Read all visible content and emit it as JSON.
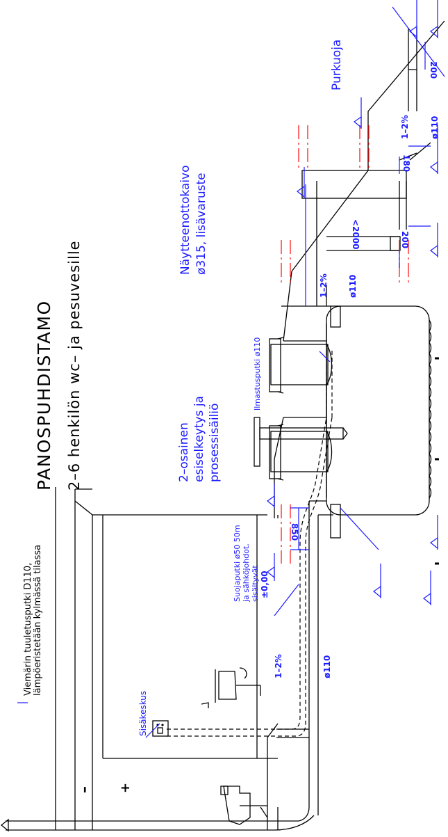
{
  "title": "PANOSPUHDISTAMO",
  "subtitle": "2–6 henkilön wc– ja pesuvesille",
  "labels": {
    "vent_pipe": [
      "Viemärin tuuletusputki D110,",
      "lämpöeristetään kylmässä tilassa"
    ],
    "indoor_unit": "Sisäkeskus",
    "protective_pipe": [
      "Suojaputki ø50 50m",
      "ja sähköjohdot,",
      "sisältyvät"
    ],
    "tank": [
      "2–osainen",
      "esiselkeytys ja",
      "prosessisäiliö"
    ],
    "aeration_pipe": "Ilmastusputki ø110",
    "sampling_well": [
      "Näytteenottokaivo",
      "ø315, lisävaruste"
    ],
    "outlet_ditch": "Purkuoja"
  },
  "dimensions": {
    "level_zero": "±0,00",
    "slope_1": "1–2%",
    "pipe_1": "ø110",
    "depth_850": "850",
    "slope_2": "1–2%",
    "pipe_2": "ø110",
    "depth_2000": "<2000",
    "dim_200_a": "200",
    "slope_3": "1–2%",
    "pipe_3": "ø110",
    "dim_180": "180",
    "dim_200_b": "200"
  },
  "signs": {
    "minus": "–",
    "plus": "+"
  },
  "colors": {
    "annotation": "#1a1aff",
    "cut_line": "#ff1a1a",
    "line": "#000000"
  }
}
